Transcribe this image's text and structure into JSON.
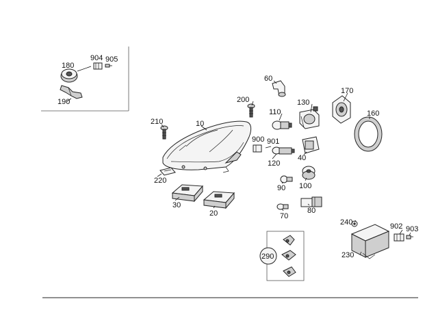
{
  "diagram": {
    "labels": {
      "p10": "10",
      "p20": "20",
      "p30": "30",
      "p40": "40",
      "p60": "60",
      "p70": "70",
      "p80": "80",
      "p90": "90",
      "p100": "100",
      "p110": "110",
      "p120": "120",
      "p130": "130",
      "p160": "160",
      "p170": "170",
      "p180": "180",
      "p190": "190",
      "p200": "200",
      "p210": "210",
      "p220": "220",
      "p230": "230",
      "p240": "240",
      "p290": "290",
      "p900": "900",
      "p901": "901",
      "p902": "902",
      "p903": "903",
      "p904": "904",
      "p905": "905"
    }
  }
}
